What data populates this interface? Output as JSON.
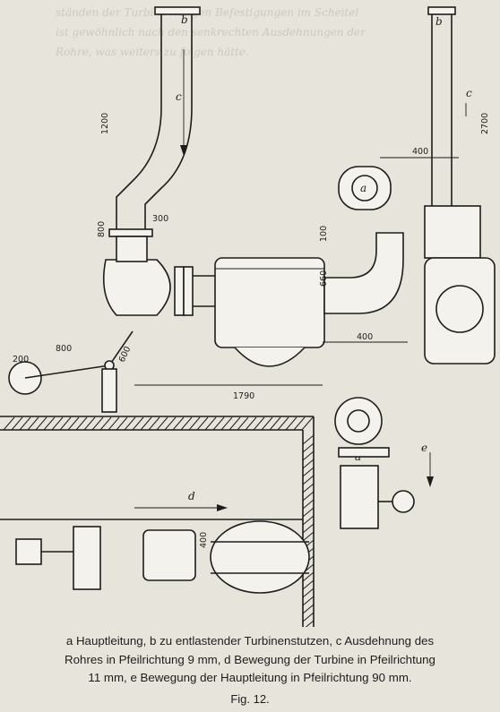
{
  "figure": {
    "caption_lines": [
      "a Hauptleitung, b zu entlastender Turbinenstutzen, c Ausdehnung des",
      "Rohres in Pfeilrichtung 9 mm, d Bewegung der Turbine in Pfeilrichtung",
      "11 mm, e Bewegung der Hauptleitung in Pfeilrichtung 90 mm."
    ],
    "number": "Fig. 12."
  },
  "labels": {
    "a_top": "a",
    "b_left": "b",
    "b_right": "b",
    "c_left": "c",
    "c_right": "c",
    "d_bottom": "d",
    "e_right": "e",
    "a_mid": "a"
  },
  "dimensions": {
    "d1200": "1200",
    "d300": "300",
    "d800": "800",
    "d400a": "400",
    "d600": "600",
    "d800b": "800",
    "d200": "200",
    "d1790": "1790",
    "d100": "100",
    "d660": "660",
    "d400b": "400",
    "d2700": "2700",
    "d400c": "400"
  },
  "background_text_lines": [
    "ständen der Turbine nötigen Befestigungen im Scheitel",
    "ist gewöhnlich nach den senkrechten Ausdehnungen der",
    "Rohre, was weiters zu folgen hätte."
  ]
}
